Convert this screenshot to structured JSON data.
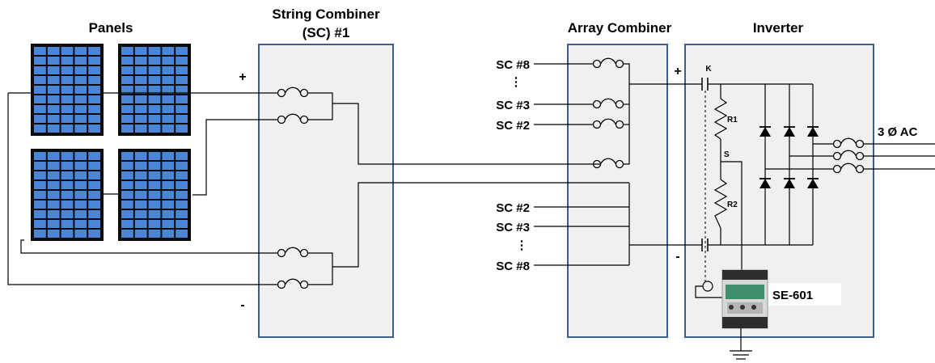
{
  "headers": {
    "panels": "Panels",
    "string_combiner_line1": "String Combiner",
    "string_combiner_line2": "(SC) #1",
    "array_combiner": "Array Combiner",
    "inverter": "Inverter"
  },
  "polarity": {
    "plus": "+",
    "minus": "-"
  },
  "sc_inputs_top": [
    "SC #8",
    "SC #3",
    "SC #2"
  ],
  "sc_inputs_bottom": [
    "SC #2",
    "SC #3",
    "SC #8"
  ],
  "ellipsis": "⋮",
  "inverter_labels": {
    "k": "K",
    "r1": "R1",
    "s": "S",
    "r2": "R2"
  },
  "output_label": "3 Ø AC",
  "relay_label": "SE-601",
  "colors": {
    "box_fill": "#f0f0f0",
    "box_stroke": "#3b5f8a",
    "panel_cell": "#4a86d6",
    "panel_frame": "#0a0a0a"
  },
  "icons": [
    "solar-panel-icon",
    "fuse-icon",
    "contactor-icon",
    "resistor-icon",
    "diode-icon",
    "ground-icon",
    "relay-device-icon"
  ]
}
